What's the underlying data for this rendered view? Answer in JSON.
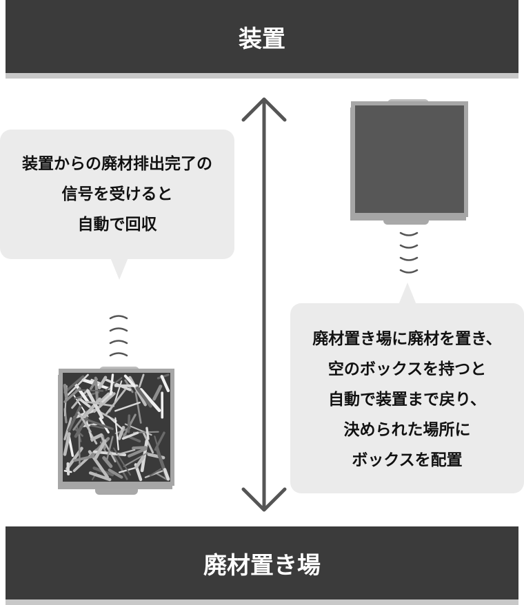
{
  "top_bar": {
    "label": "装置"
  },
  "bottom_bar": {
    "label": "廃材置き場"
  },
  "left_note": {
    "lines": [
      "装置からの廃材排出完了の",
      "信号を受けると",
      "自動で回収"
    ]
  },
  "right_note": {
    "lines": [
      "廃材置き場に廃材を置き、",
      "空のボックスを持つと",
      "自動で装置まで戻り、",
      "決められた場所に",
      "ボックスを配置"
    ]
  },
  "colors": {
    "bar": "#3b3b3b",
    "bubble": "#ebebeb",
    "arrow": "#555555",
    "box_dark": "#575757",
    "box_border": "#a0a0a0"
  },
  "icons": {
    "arrow": "double-headed-vertical-arrow-icon",
    "empty_box": "empty-box-icon",
    "full_box": "waste-filled-box-icon",
    "signal_up": "signal-waves-icon",
    "signal_down": "signal-waves-icon"
  }
}
